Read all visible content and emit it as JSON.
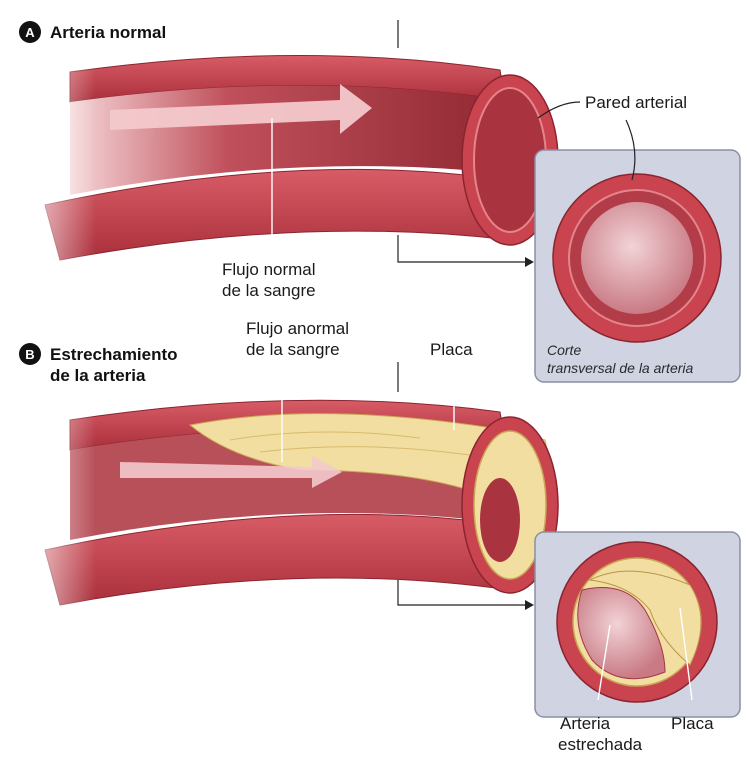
{
  "panel_a": {
    "badge": "A",
    "title": "Arteria normal",
    "labels": {
      "arterial_wall": "Pared arterial",
      "flow_line1": "Flujo normal",
      "flow_line2": "de la sangre"
    },
    "cross_section_caption_line1": "Corte",
    "cross_section_caption_line2": "transversal de la arteria"
  },
  "panel_b": {
    "badge": "B",
    "title_line1": "Estrechamiento",
    "title_line2": "de la arteria",
    "labels": {
      "flow_line1": "Flujo anormal",
      "flow_line2": "de la sangre",
      "plaque_top": "Placa",
      "narrowed_line1": "Arteria",
      "narrowed_line2": "estrechada",
      "plaque_bottom": "Placa"
    }
  },
  "colors": {
    "wall": "#c9444f",
    "wall_dark": "#9e2a35",
    "lumen": "#b03a45",
    "flow_arrow": "#f3c9cc",
    "plaque": "#f1dea0",
    "inset_bg": "#cfd3e2",
    "inset_border": "#8a8fa3"
  }
}
